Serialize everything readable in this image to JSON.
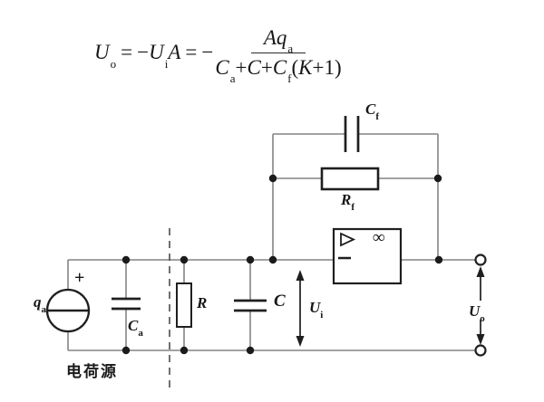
{
  "colors": {
    "background": "#ffffff",
    "wire": "#848484",
    "component": "#1f1f1f",
    "text": "#161616"
  },
  "formula": {
    "Uo_base": "U",
    "Uo_sub": "o",
    "eq1": "=",
    "neg1": "−",
    "Ui_base": "U",
    "Ui_sub": "i",
    "A_var": "A",
    "eq2": "=",
    "neg2": "−",
    "num_A": "A",
    "num_q": "q",
    "num_q_sub": "a",
    "den_C1": "C",
    "den_C1_sub": "a",
    "den_plus1": "+",
    "den_C2": "C",
    "den_plus2": "+",
    "den_C3": "C",
    "den_C3_sub": "f",
    "den_open": "(",
    "den_K": "K",
    "den_plus3": "+",
    "den_one": "1",
    "den_close": ")"
  },
  "circuit": {
    "source_plus": "+",
    "qa_base": "q",
    "qa_sub": "a",
    "ca_base": "C",
    "ca_sub": "a",
    "charge_source_caption": "电荷源",
    "r_label": "R",
    "c_label": "C",
    "ui_base": "U",
    "ui_sub": "i",
    "cf_base": "C",
    "cf_sub": "f",
    "rf_base": "R",
    "rf_sub": "f",
    "opamp_gain": "∞",
    "uo_base": "U",
    "uo_sub": "o"
  }
}
